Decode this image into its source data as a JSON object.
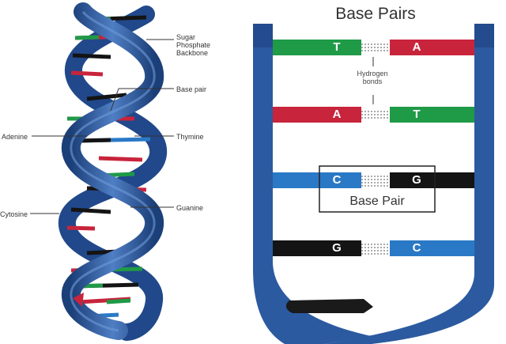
{
  "helix_labels": {
    "backbone": "Sugar\nPhosphate\nBackbone",
    "base_pair": "Base pair",
    "adenine": "Adenine",
    "thymine": "Thymine",
    "cytosine": "Cytosine",
    "guanine": "Guanine"
  },
  "ladder": {
    "title": "Base Pairs",
    "hydrogen_bonds": "Hydrogen\nbonds",
    "base_pair_box": "Base Pair",
    "rungs": [
      {
        "left": "T",
        "right": "A"
      },
      {
        "left": "A",
        "right": "T"
      },
      {
        "left": "C",
        "right": "G"
      },
      {
        "left": "G",
        "right": "C"
      }
    ]
  },
  "colors": {
    "backbone": "#2c5aa0",
    "backbone_dark": "#1b3f78",
    "thymine": "#1f9a47",
    "adenine": "#c8243c",
    "cytosine": "#2a79c6",
    "guanine": "#141414"
  }
}
